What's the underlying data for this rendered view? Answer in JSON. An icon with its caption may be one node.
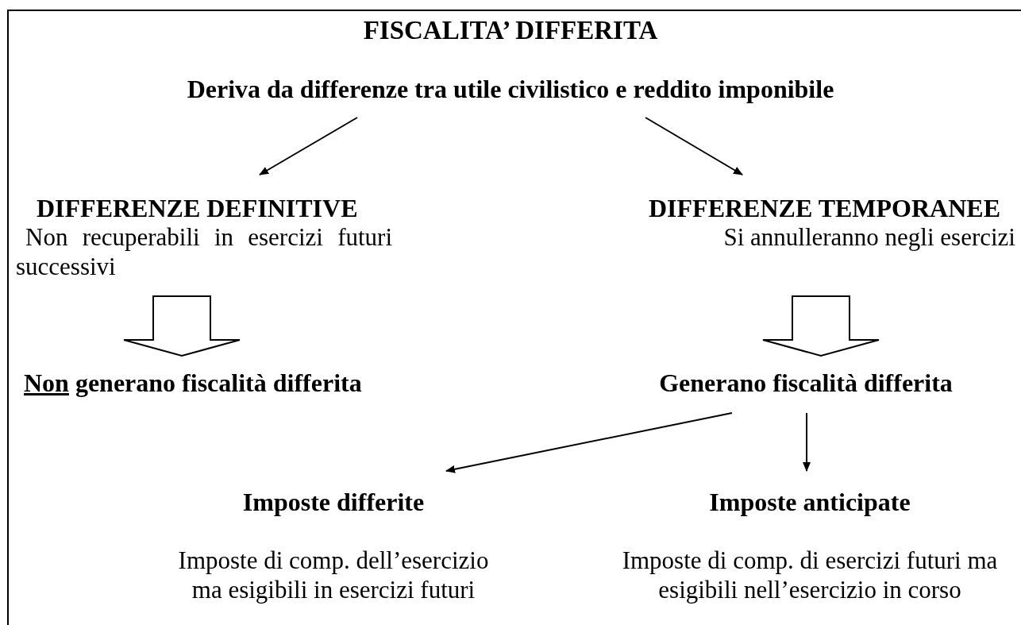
{
  "diagram": {
    "title": "FISCALITA’ DIFFERITA",
    "nodes": [
      {
        "text": [
          "Deriva da differenze tra utile civilistico e reddito imponibile"
        ]
      },
      {
        "text": [
          "DIFFERENZE DEFINITIVE",
          "Non recuperabili in esercizi futuri successivi"
        ]
      },
      {
        "text": [
          "DIFFERENZE TEMPORANEE",
          "Si annulleranno negli esercizi"
        ]
      },
      {
        "text": [
          "Non generano fiscalità differita"
        ]
      },
      {
        "text": [
          "Generano fiscalità differita"
        ]
      },
      {
        "text": [
          "Imposte differite",
          "Imposte di comp. dell’esercizio ma esigibili in esercizi futuri"
        ]
      },
      {
        "text": [
          "Imposte anticipate",
          "Imposte di comp. di esercizi futuri ma esigibili nell’esercizio in corso"
        ]
      }
    ],
    "edges": [
      {
        "from": 0,
        "to": 1,
        "arrow": "to"
      },
      {
        "from": 0,
        "to": 2,
        "arrow": "to"
      },
      {
        "from": 1,
        "to": 3,
        "arrow": "to",
        "style": "thick"
      },
      {
        "from": 2,
        "to": 4,
        "arrow": "to",
        "style": "thick"
      },
      {
        "from": 4,
        "to": 5,
        "arrow": "to"
      },
      {
        "from": 4,
        "to": 6,
        "arrow": "to"
      }
    ]
  }
}
